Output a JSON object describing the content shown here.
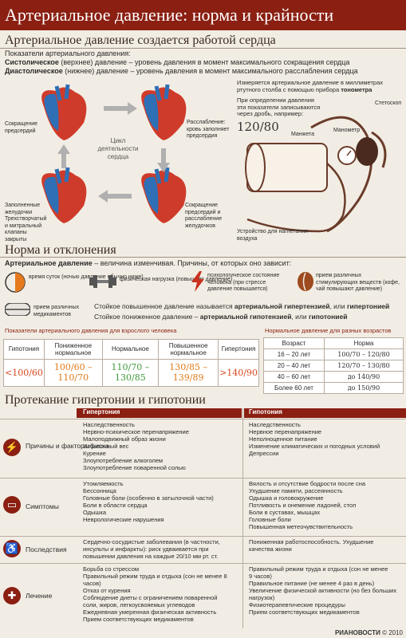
{
  "header": {
    "title": "Артериальное давление: норма и крайности"
  },
  "section1": {
    "title": "Артериальное давление создается работой сердца",
    "intro": "Показатели артериального давления:",
    "systolic_term": "Систолическое",
    "systolic_text": " (верхнее) давление – уровень давления в момент максимального сокращения сердца",
    "diastolic_term": "Диастолическое",
    "diastolic_text": " (нижнее) давление – уровень давления в момент максимального расслабления сердца",
    "cycle_label": "Цикл деятельности сердца",
    "heart_labels": {
      "tl": "Сокращение предсердий",
      "tr": "Расслабление: кровь заполняет предсердия",
      "bl": "Заполненные желудочки Трехстворчатый и митральный клапаны закрыты",
      "br": "Сокращение предсердий и расслабление желудочков"
    },
    "measure_text_1": "Измеряется артериальное давление в миллиметрах",
    "measure_text_2": "ртутного столба с помощью прибора ",
    "measure_term": "тонометра",
    "record_text": "При определении давления эти показатели записываются через дробь, например:",
    "example_value": "120/80",
    "tonometer_labels": {
      "cuff": "Манжета",
      "manometer": "Манометр",
      "stethoscope": "Стетоскоп",
      "pump": "Устройство для нагнетания воздуха"
    }
  },
  "section2": {
    "title": "Норма и отклонения",
    "definition_term": "Артериальное давление",
    "definition_text": " – величина изменчивая. Причины, от которых оно зависит:",
    "factors": [
      {
        "icon": "clock-icon",
        "label": "время суток (ночью давление обычно ниже)"
      },
      {
        "icon": "dumbbell-icon",
        "label": "физическая нагрузка (повышает давление)"
      },
      {
        "icon": "lightning-icon",
        "label": "психологическое состояние человека (при стрессе давление повышается)"
      },
      {
        "icon": "coffee-bean-icon",
        "label": "прием различных стимулирующих веществ (кофе, чай повышают давление)"
      },
      {
        "icon": "pill-icon",
        "label": "прием различных медикаментов"
      }
    ],
    "hyper_text": "Стойкое повышенное давление называется ",
    "hyper_term": "артериальной гипертензией",
    "hyper_or": ", или ",
    "hyper_term2": "гипертонией",
    "hypo_text": "Стойкое пониженное давление – ",
    "hypo_term": "артериальной гипотензией",
    "hypo_or": ", или ",
    "hypo_term2": "гипотонией",
    "adult_table_title": "Показатели артериального давления для взрослого человека",
    "adult_headers": [
      "Гипотония",
      "Пониженное нормальное",
      "Нормальное",
      "Повышенное нормальное",
      "Гипертония"
    ],
    "adult_values": [
      "<100/60",
      "100/60 – 110/70",
      "110/70 – 130/85",
      "130/85 – 139/89",
      ">140/90"
    ],
    "adult_colors": [
      "#d8461e",
      "#e07a1a",
      "#3f9a3a",
      "#e07a1a",
      "#d8461e"
    ],
    "age_table_title": "Нормальное давление для разных возрастов",
    "age_headers": [
      "Возраст",
      "Норма"
    ],
    "age_rows": [
      [
        "16 – 20 лет",
        "100/70 – 120/80"
      ],
      [
        "20 – 40 лет",
        "120/70 – 130/80"
      ],
      [
        "40 – 60 лет",
        "до 140/90"
      ],
      [
        "Более 60 лет",
        "до 150/90"
      ]
    ]
  },
  "section3": {
    "title": "Протекание гипертонии и гипотонии",
    "col_hyper": "Гипертония",
    "col_hypo": "Гипотония",
    "rows": [
      {
        "icon": "lightning-icon",
        "label": "Причины и факторы риска",
        "hyper": [
          "Наследственность",
          "Нервно-психическое перенапряжение",
          "Малоподвижный образ жизни",
          "Избыточный вес",
          "Курение",
          "Злоупотребление алкоголем",
          "Злоупотребление поваренной солью"
        ],
        "hypo": [
          "Наследственность",
          "Нервное перенапряжение",
          "Неполноценное питание",
          "Изменение климатических и погодных условий",
          "Депрессии"
        ]
      },
      {
        "icon": "bed-icon",
        "label": "Симптомы",
        "hyper": [
          "Утомляемость",
          "Бессонница",
          "Головные боли (особенно в затылочной части)",
          "Боли в области сердца",
          "Одышка",
          "Неврологические нарушения"
        ],
        "hypo": [
          "Вялость и отсутствие бодрости после сна",
          "Ухудшение памяти, рассеянность",
          "Одышка и головокружение",
          "Потливость и онемение ладоней, стоп",
          "Боли в суставах, мышцах",
          "Головные боли",
          "Повышенная метеочувствительность"
        ]
      },
      {
        "icon": "person-icon",
        "label": "Последствия",
        "hyper": [
          "Сердечно-сосудистые заболевания (в частности,",
          "инсульты и инфаркты): риск удваивается при",
          "повышении давления на каждые 20/10 мм рт. ст."
        ],
        "hypo": [
          "Пониженная работоспособность. Ухудшение",
          "качества жизни"
        ]
      },
      {
        "icon": "cross-icon",
        "label": "Лечение",
        "hyper": [
          "Борьба со стрессом",
          "Правильный режим труда и отдыха (сон не менее 8",
          "часов)",
          "Отказ от курения",
          "Соблюдение диеты с ограничением поваренной",
          "соли, жиров, легкоусвояемых углеводов",
          "Ежедневная умеренная физическая активность",
          "Прием соответствующих медикаментов"
        ],
        "hypo": [
          "Правильный режим труда и отдыха (сон не менее",
          "9 часов)",
          "Правильное питание (не менее 4 раз в день)",
          "Увеличение физической активности (но без больших",
          "нагрузок)",
          "Физиотерапевтические процедуры",
          "Прием соответствующих медикаментов"
        ]
      }
    ]
  },
  "footer": {
    "brand": "РИАНОВОСТИ",
    "copyright": "© 2010"
  }
}
